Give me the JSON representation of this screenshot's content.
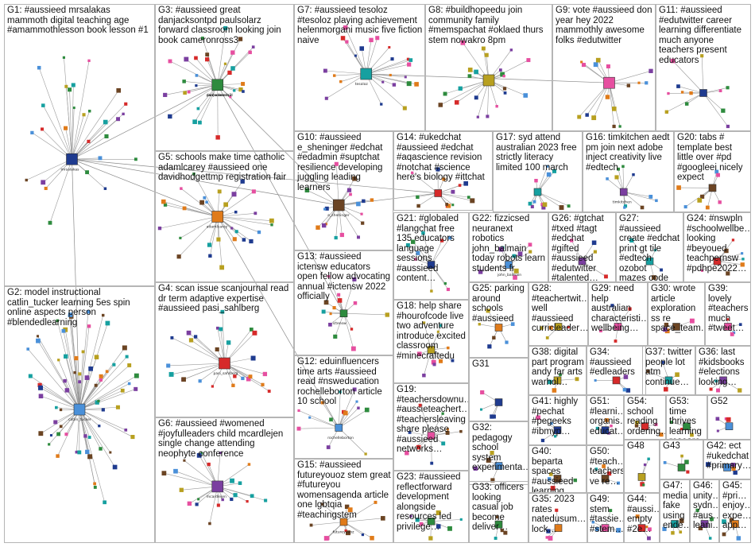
{
  "colors": {
    "edge": "#9a9a9a",
    "border": "#b5b5b5",
    "label": "#111111",
    "node_palette": [
      "#1f3b8f",
      "#4a90d9",
      "#2e8b3e",
      "#d62a2a",
      "#e07b1a",
      "#7b3fa0",
      "#16a0a0",
      "#b8a020",
      "#e64fa0",
      "#6b4423"
    ]
  },
  "groups": [
    {
      "id": "G1",
      "label": "G1: #aussieed mrsalakas\nmammoth digital teaching age\n#amammothlesson book lesson #1"
    },
    {
      "id": "G2",
      "label": "G2: model instructional\ncatlin_tucker learning 5es spin\nonline aspects person\n#blendedlearning"
    },
    {
      "id": "G3",
      "label": "G3: #aussieed great\ndanjacksontpd paulsolarz\nforward classroom looking join\nbook cameronross3"
    },
    {
      "id": "G4",
      "label": "G4: scan issue scanjournal read\ndr term adaptive expertise\n#aussieed pasi_sahlberg"
    },
    {
      "id": "G5",
      "label": "G5: schools make time catholic\nadamlcarey #aussieed one\ndavidhodgettmp registration fair"
    },
    {
      "id": "G6",
      "label": "G6: #aussieed #womened\n#joyfulleaders child mcardlejen\nsingle change attending\nneophyte conference"
    },
    {
      "id": "G7",
      "label": "G7: #aussieed tesoloz\n#tesoloz playing achievement\nhelenmorgani music five fiction\nnaive"
    },
    {
      "id": "G8",
      "label": "G8: #buildhopeedu join\ncommunity family\n#memspachat #oklaed thurs\nstem nowakro 8pm"
    },
    {
      "id": "G9",
      "label": "G9: vote #aussieed don\nyear hey 2022\nmammothly awesome\nfolks #edutwitter"
    },
    {
      "id": "G10",
      "label": "G10: #aussieed\ne_sheninger #edchat\n#edadmin #suptchat\nresilience developing\njuggling leading\nlearners"
    },
    {
      "id": "G11",
      "label": "G11: #aussieed\n#edutwitter career\nlearning differentiate\nmuch anyone\nteachers present\neducators"
    },
    {
      "id": "G12",
      "label": "G12: eduinfluencers\ntime arts #aussieed\nread #nsweducation\nrochelleborton article\n10 school"
    },
    {
      "id": "G13",
      "label": "G13: #aussieed\nictensw educators\nopen fellow advocating\nannual #ictensw 2022\nofficially"
    },
    {
      "id": "G14",
      "label": "G14: #ukedchat\n#aussieed #edchat\n#aqascience revision\n#notchat #science\nhere's biology #ittchat"
    },
    {
      "id": "G15",
      "label": "G15: #aussieed\nfutureyouoz stem great\n#futureyou womensagenda article\none lgbtqia\n#teachingstem"
    },
    {
      "id": "G16",
      "label": "G16: timkitchen aedt\npm join next adobe\ninject creativity live\n#edtech"
    },
    {
      "id": "G17",
      "label": "G17: syd attend\naustralian 2023 free\nstrictly literacy\nlimited 100 march"
    },
    {
      "id": "G18",
      "label": "G18: help share\n#hourofcode live\ntwo adventure\nintroduce excited\nclassroom\n#minecraftedu"
    },
    {
      "id": "G19",
      "label": "G19:\n#teachersdownu…\n#aussieteachert…\n#teachersleaving\nshare please\n#aussieed\nnetworks…"
    },
    {
      "id": "G20",
      "label": "G20: tabs #\ntemplate best\nlittle over #pd\n#googleei nicely\nexpect"
    },
    {
      "id": "G21",
      "label": "G21: #globaled\n#langchat free\n135 educators\nlanguage\nsessions\n#aussieed\ncontent…"
    },
    {
      "id": "G22",
      "label": "G22: fizzicsed\nneuranext robotics\njohn_balmain\ntoday robots learn\nstudents fr"
    },
    {
      "id": "G23",
      "label": "G23: #aussieed\nreflectforward\ndevelopment\nalongside\nresources led\nprivilege…"
    },
    {
      "id": "G24",
      "label": "G24: #nswpln\n#schoolwellbe…\nlooking\n#beyoued\nteachpernsw\n#pdhpe2022…"
    },
    {
      "id": "G25",
      "label": "G25: parking\naround\nschools\n#aussieed"
    },
    {
      "id": "G26",
      "label": "G26: #gtchat\n#txed #tagt\n#edchat #gifted\n#aussieed\n#edutwitter\n#talented…"
    },
    {
      "id": "G27",
      "label": "G27:\n#aussieed\ncreate #edchat\nprint gt tile\n#edtech ozobot\nmazes code"
    },
    {
      "id": "G28",
      "label": "G28:\n#teachertwit…\nwell\n#aussieed\ncurricleader…"
    },
    {
      "id": "G29",
      "label": "G29: need\nhelp\naustralian\ncharacteristi…\nwellbeing…"
    },
    {
      "id": "G30",
      "label": "G30: wrote\narticle\nexploration\nss re\nspace_team…"
    },
    {
      "id": "G31",
      "label": "G31"
    },
    {
      "id": "G32",
      "label": "G32:\npedagogy\nschool\nsystem\nexperimenta…"
    },
    {
      "id": "G33",
      "label": "G33: officers\nlooking\ncasual job\nbecome\ndeliver…"
    },
    {
      "id": "G34",
      "label": "G34:\n#aussieed\n#edleaders"
    },
    {
      "id": "G35",
      "label": "G35: 2023\nrates\nnatedusum…\nlock…"
    },
    {
      "id": "G36",
      "label": "G36: last\n#kidsbooks\n#elections\nlooking…"
    },
    {
      "id": "G37",
      "label": "G37: twitter\npeople lot\natm\ncontinue…"
    },
    {
      "id": "G38",
      "label": "G38: digital\npart program\nandy far arts\nwarhol…"
    },
    {
      "id": "G39",
      "label": "G39:\nlovely\n#teachers\nmuch\n#tweet…"
    },
    {
      "id": "G40",
      "label": "G40: beparta\nspaces\n#aussieed\nlearning…"
    },
    {
      "id": "G41",
      "label": "G41: highly\n#pechat\n#pegeeks\n#ibmyp…"
    },
    {
      "id": "G42",
      "label": "G42: ect\n#ukedchat\n#primary…"
    },
    {
      "id": "G43",
      "label": "G43"
    },
    {
      "id": "G44",
      "label": "G44:\n#aussi…\nempty\n#2e…"
    },
    {
      "id": "G45",
      "label": "G45:\n#pri…\nenjoy…\nexpe…\napp…"
    },
    {
      "id": "G46",
      "label": "G46:\nunity…\nsydn…\n#aus…\nleani…"
    },
    {
      "id": "G47",
      "label": "G47:\nmedia\nfake\nusing\nende…"
    },
    {
      "id": "G48",
      "label": "G48"
    },
    {
      "id": "G49",
      "label": "G49:\nstem\n#tassie…\n#stem…"
    },
    {
      "id": "G50",
      "label": "G50:\n#teach…\nteachers\nve re…"
    },
    {
      "id": "G51",
      "label": "G51:\n#learni…\norganis…\neducat…"
    },
    {
      "id": "G52",
      "label": "G52"
    },
    {
      "id": "G53",
      "label": "G53: time\nthrives\nlearning\nresearc…"
    },
    {
      "id": "G54",
      "label": "G54:\nschool\nreading\nordering…"
    }
  ],
  "node_labels": [
    "mrsalakas",
    "catlin_tucker",
    "e_sheninger",
    "paulsolarz",
    "danjacksontpd",
    "cameronross3",
    "adamlcarey",
    "pasi_sahlberg",
    "tesoloz",
    "mcardlejen",
    "rochelleborton",
    "ictensw",
    "futureyouoz",
    "timkitchen",
    "john_balmain"
  ]
}
